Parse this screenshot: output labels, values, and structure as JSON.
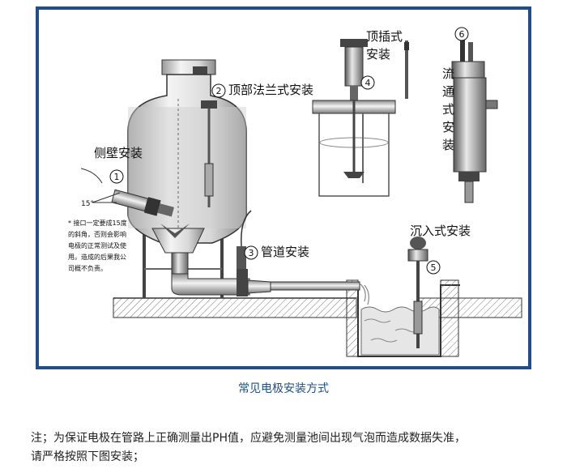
{
  "labels": {
    "side_wall": "侧壁安装",
    "top_flange": "顶部法兰式安装",
    "top_insert_1": "顶插式",
    "top_insert_2": "安装",
    "flow_through": [
      "流",
      "通",
      "式",
      "安",
      "装"
    ],
    "pipeline": "管道安装",
    "immersion": "沉入式安装",
    "angle": "15°",
    "num_1": "1",
    "num_2": "2",
    "num_3": "3",
    "num_4": "4",
    "num_5": "5",
    "num_6": "6",
    "warning_lines": [
      "* 接口一定要成15度",
      "的斜角，否则会影响",
      "电极的正常测试及使",
      "用。造成的后果我公",
      "司概不负责。"
    ]
  },
  "caption": "常见电极安装方式",
  "note": {
    "line1": "注；为保证电极在管路上正确测量出PH值，应避免测量池间出现气泡而造成数据失准，",
    "line2": "请严格按照下图安装；"
  },
  "colors": {
    "frame": "#1f4e8c",
    "caption": "#1f4e8c"
  }
}
